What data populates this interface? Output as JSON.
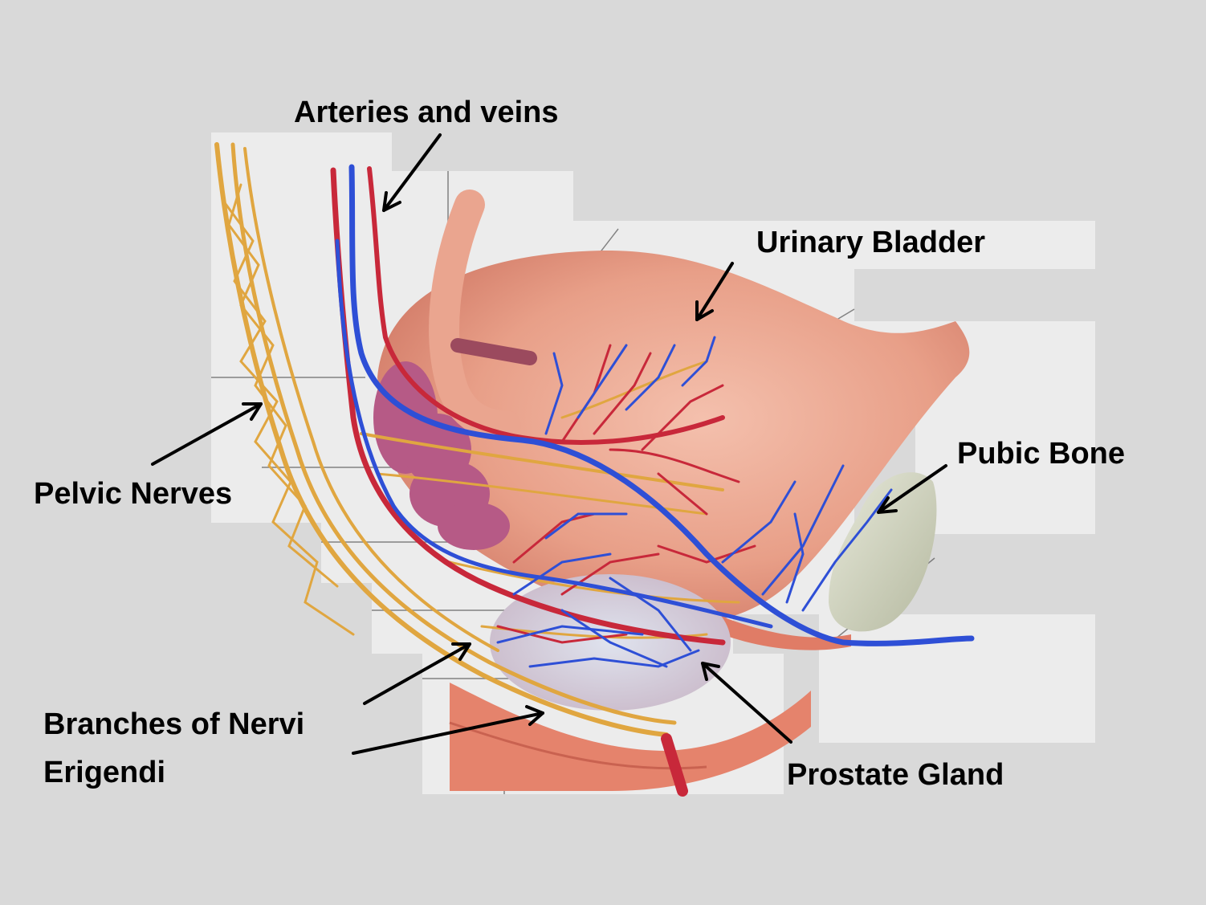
{
  "labels": {
    "arteries_veins": "Arteries and veins",
    "urinary_bladder": "Urinary Bladder",
    "pubic_bone": "Pubic Bone",
    "pelvic_nerves": "Pelvic Nerves",
    "branches_line1": "Branches of Nervi",
    "branches_line2": "Erigendi",
    "prostate_gland": "Prostate Gland"
  },
  "colors": {
    "background": "#d9d9d9",
    "photo_backdrop": "#eaeaea",
    "bladder": "#e69a85",
    "nerves": "#e0a640",
    "arteries": "#c8283a",
    "veins": "#2e4fd6",
    "pubic_bone": "#c9cdb6",
    "seminal_vesicle": "#b75b86",
    "arrows": "#000000"
  }
}
